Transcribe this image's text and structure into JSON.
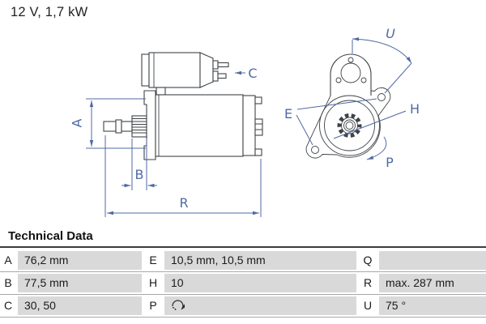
{
  "title": "12 V, 1,7 kW",
  "drawing": {
    "labels": {
      "A": "A",
      "B": "B",
      "C": "C",
      "R": "R",
      "E": "E",
      "H": "H",
      "P": "P",
      "U": "U"
    },
    "rotation_direction": "clockwise"
  },
  "table": {
    "heading": "Technical Data",
    "rows": [
      [
        {
          "key": "A",
          "value": "76,2 mm"
        },
        {
          "key": "E",
          "value": "10,5 mm, 10,5 mm"
        },
        {
          "key": "Q",
          "value": ""
        }
      ],
      [
        {
          "key": "B",
          "value": "77,5 mm"
        },
        {
          "key": "H",
          "value": "10"
        },
        {
          "key": "R",
          "value": "max. 287 mm"
        }
      ],
      [
        {
          "key": "C",
          "value": "30, 50"
        },
        {
          "key": "P",
          "value": ""
        },
        {
          "key": "U",
          "value": "75 °"
        }
      ]
    ]
  },
  "colors": {
    "dimension_blue": "#5069a4",
    "part_line": "#3f4347",
    "table_row_gray": "#d9d9d9"
  }
}
